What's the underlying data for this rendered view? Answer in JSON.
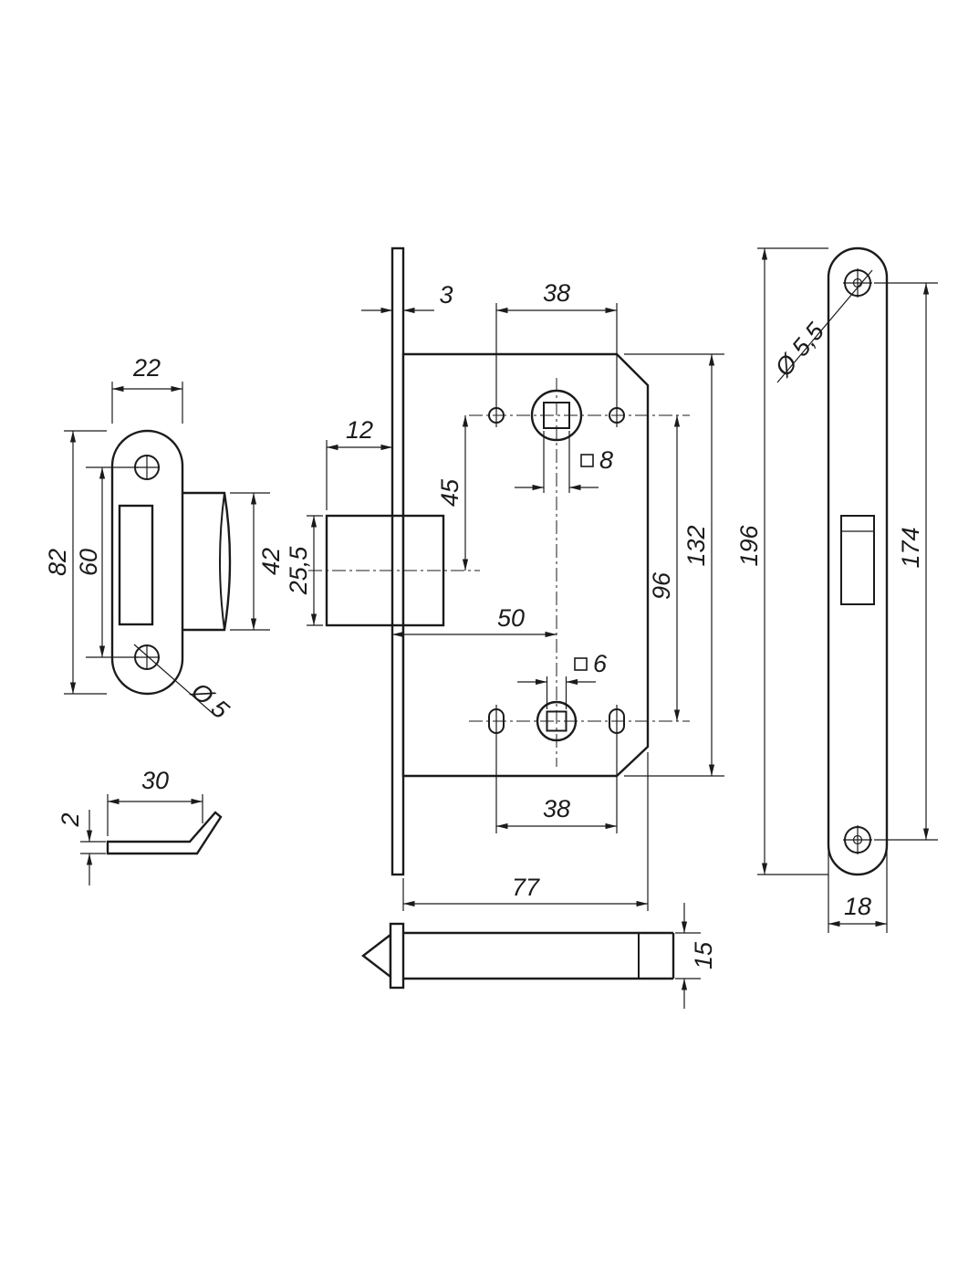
{
  "drawing": {
    "strike_plate": {
      "width": "22",
      "height": "82",
      "screw_spacing": "60",
      "box_height": "42",
      "screw_hole_diameter": "Ø 5"
    },
    "dust_cover": {
      "length": "30",
      "thickness": "2"
    },
    "lock_body": {
      "faceplate_thickness": "3",
      "upper_hole_spacing": "38",
      "latch_projection": "12",
      "spindle_to_latch_distance": "45",
      "spindle_square": "8",
      "latch_height": "25,5",
      "backset": "50",
      "lower_square": "6",
      "spindle_spacing": "96",
      "body_height": "132",
      "faceplate_length": "196",
      "lower_hole_spacing": "38",
      "body_depth": "77",
      "latch_thickness": "15"
    },
    "face_plate": {
      "screw_hole_diameter": "Ø 5,5",
      "screw_spacing": "174",
      "width": "18"
    }
  }
}
